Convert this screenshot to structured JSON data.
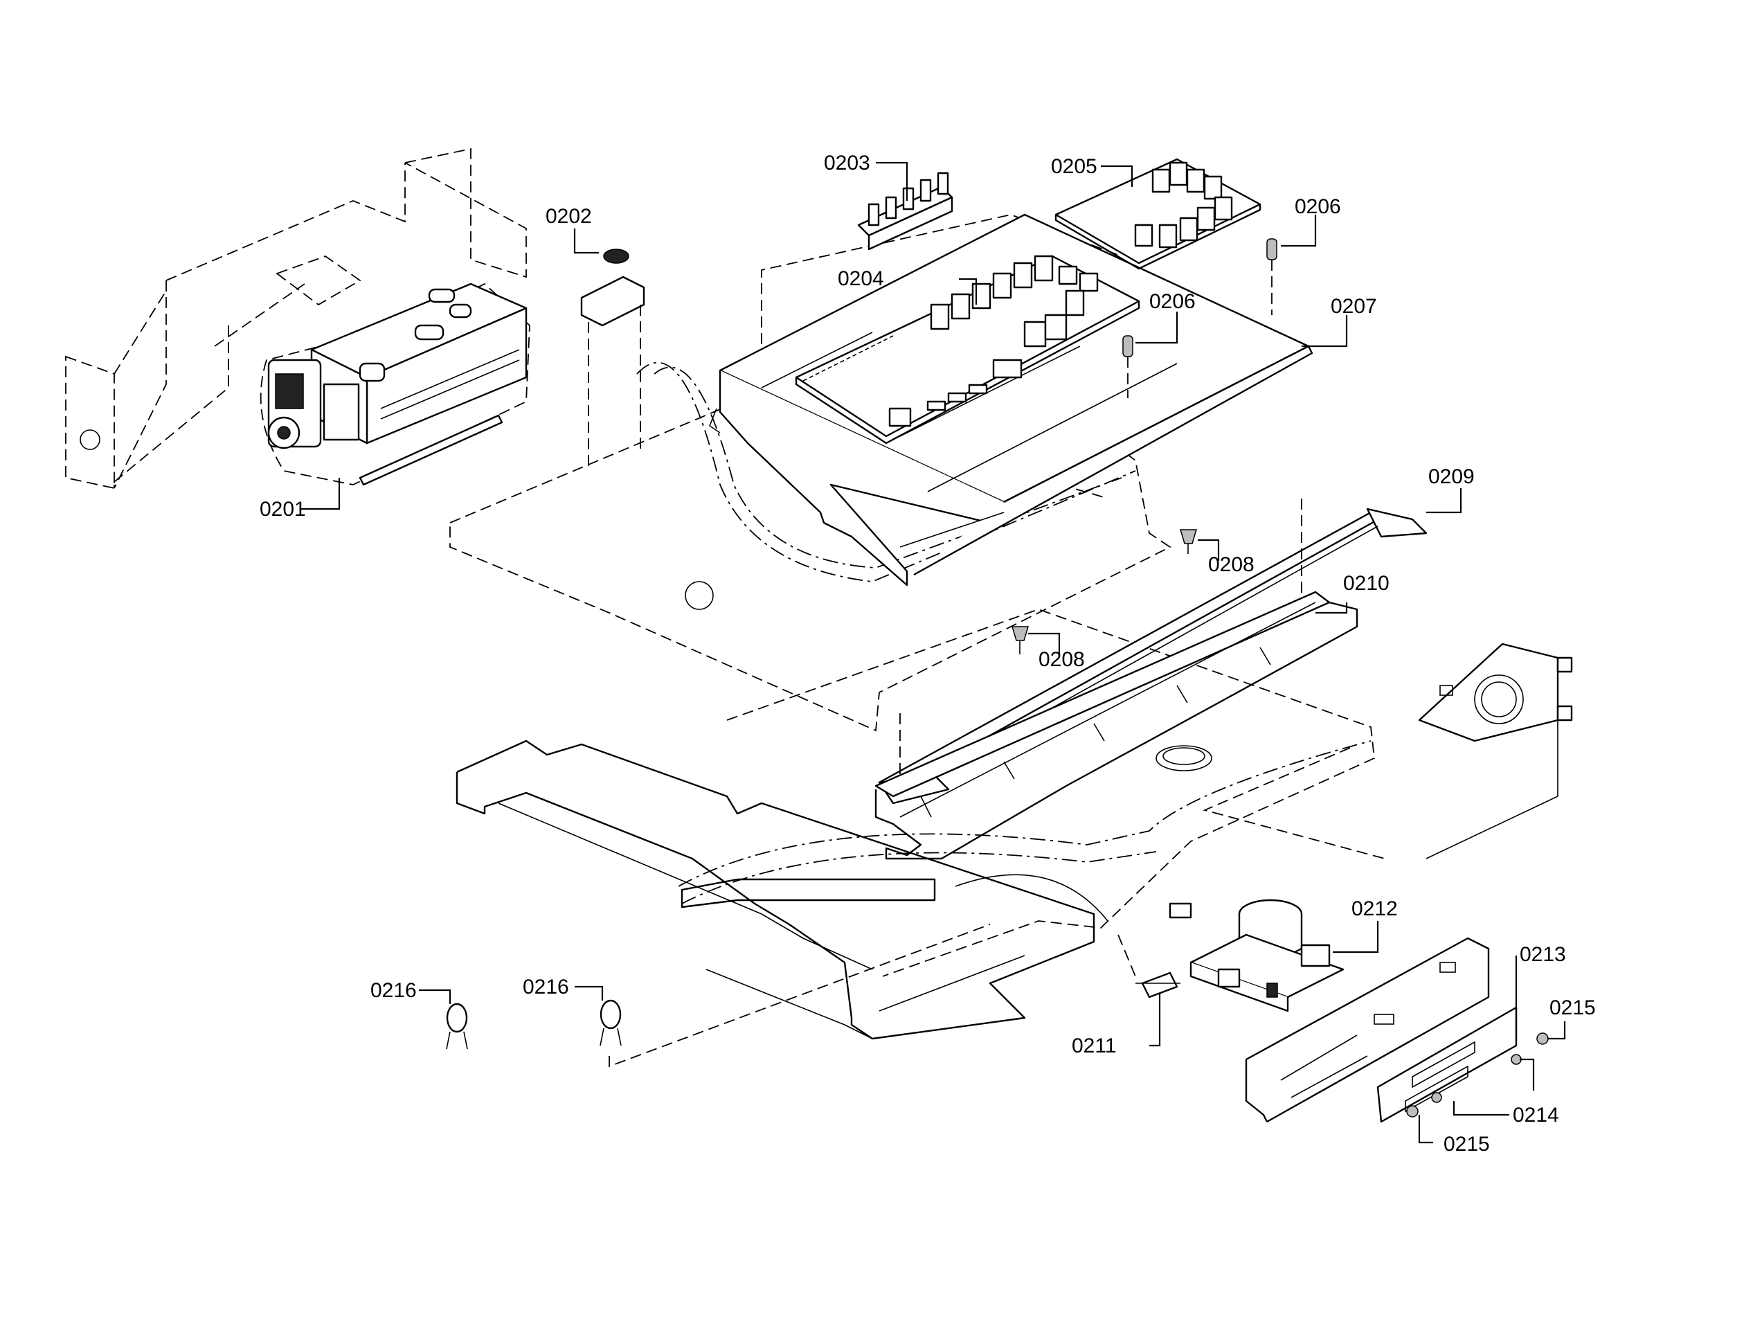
{
  "callouts": {
    "c0201": "0201",
    "c0202": "0202",
    "c0203": "0203",
    "c0204": "0204",
    "c0205": "0205",
    "c0206a": "0206",
    "c0206b": "0206",
    "c0207": "0207",
    "c0208a": "0208",
    "c0208b": "0208",
    "c0209": "0209",
    "c0210": "0210",
    "c0211": "0211",
    "c0212": "0212",
    "c0213": "0213",
    "c0214": "0214",
    "c0215a": "0215",
    "c0215b": "0215",
    "c0216a": "0216",
    "c0216b": "0216"
  }
}
